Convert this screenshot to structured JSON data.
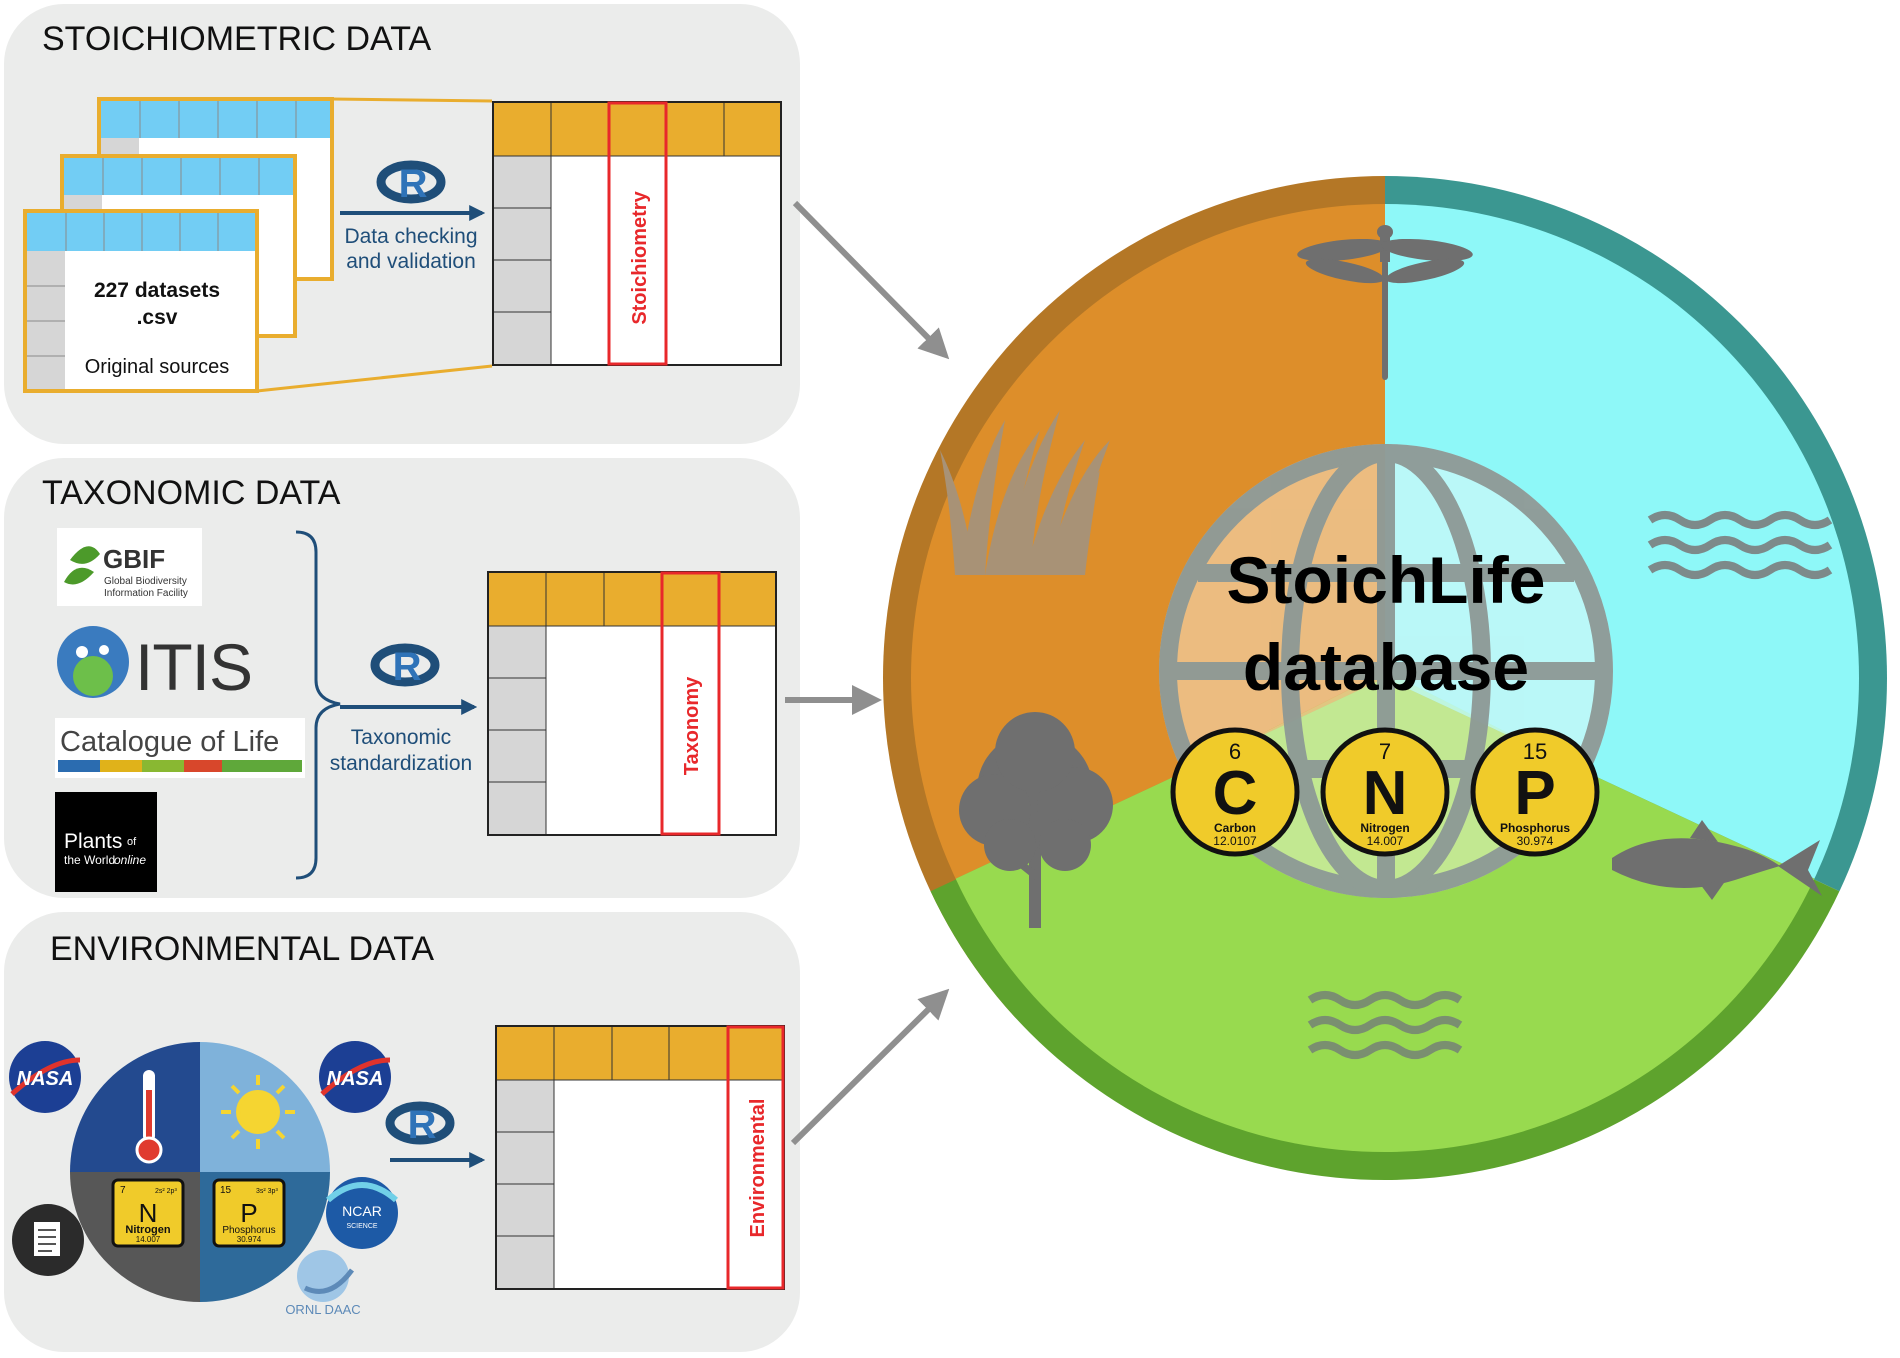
{
  "panels": {
    "stoichiometric": {
      "title": "STOICHIOMETRIC DATA",
      "file_label_1": "227 datasets",
      "file_label_2": ".csv",
      "file_label_3": "Original sources",
      "step_line_1": "Data checking",
      "step_line_2": "and validation",
      "column_label": "Stoichiometry"
    },
    "taxonomic": {
      "title": "TAXONOMIC DATA",
      "sources": {
        "gbif": "GBIF",
        "gbif_sub_1": "Global Biodiversity",
        "gbif_sub_2": "Information Facility",
        "itis": "ITIS",
        "col": "Catalogue of Life",
        "powo_1": "Plants",
        "powo_2": "of",
        "powo_3": "the World",
        "powo_4": "online"
      },
      "step_line_1": "Taxonomic",
      "step_line_2": "standardization",
      "column_label": "Taxonomy"
    },
    "environmental": {
      "title": "ENVIRONMENTAL DATA",
      "sources": {
        "nasa": "NASA",
        "ncar_1": "NCAR",
        "ncar_2": "SCIENCE",
        "ornl": "ORNL DAAC"
      },
      "nitrogen": {
        "number": "7",
        "symbol": "N",
        "name": "Nitrogen",
        "mass": "14.007",
        "config": "2s² 2p³"
      },
      "phosphorus": {
        "number": "15",
        "symbol": "P",
        "name": "Phosphorus",
        "mass": "30.974",
        "config": "3s² 3p³"
      },
      "column_label": "Environmental"
    }
  },
  "r_logo": "R",
  "database": {
    "title_line_1": "StoichLife",
    "title_line_2": "database",
    "elements": [
      {
        "number": "6",
        "symbol": "C",
        "name": "Carbon",
        "mass": "12.0107"
      },
      {
        "number": "7",
        "symbol": "N",
        "name": "Nitrogen",
        "mass": "14.007"
      },
      {
        "number": "15",
        "symbol": "P",
        "name": "Phosphorus",
        "mass": "30.974"
      }
    ]
  },
  "colors": {
    "panel_bg": "#ebeceb",
    "table_header": "#e9ad2e",
    "csv_header": "#72cdf4",
    "highlight_red": "#e8282b",
    "arrow_blue": "#1f4e79",
    "terrestrial": "#dd8e2a",
    "terrestrial_rim": "#b47726",
    "freshwater": "#8ef8f8",
    "freshwater_rim": "#3b9791",
    "marine": "#98da4f",
    "marine_rim": "#5ea32d",
    "element_gold": "#f0cb2a",
    "icon_gray": "#6f6f6f"
  }
}
